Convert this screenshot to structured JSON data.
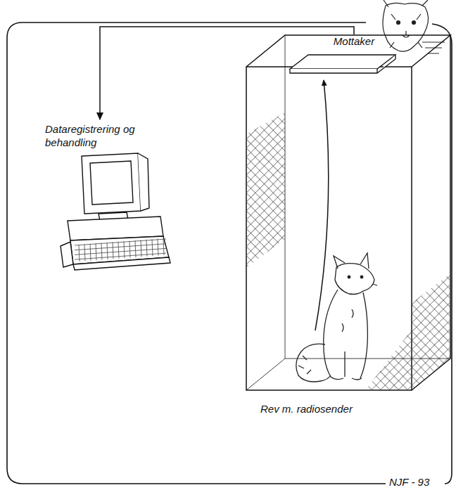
{
  "diagram": {
    "nodes": [
      {
        "text": [
          "Dataregistrering og behandling"
        ]
      },
      {
        "text": [
          "Rev m. radiosender"
        ]
      },
      {
        "text": [
          "Mottaker"
        ],
        "in": 1
      }
    ],
    "edges": [
      {
        "from": 2,
        "to": 0,
        "arrow": "to"
      }
    ],
    "labels": [
      "NJF - 93"
    ]
  }
}
